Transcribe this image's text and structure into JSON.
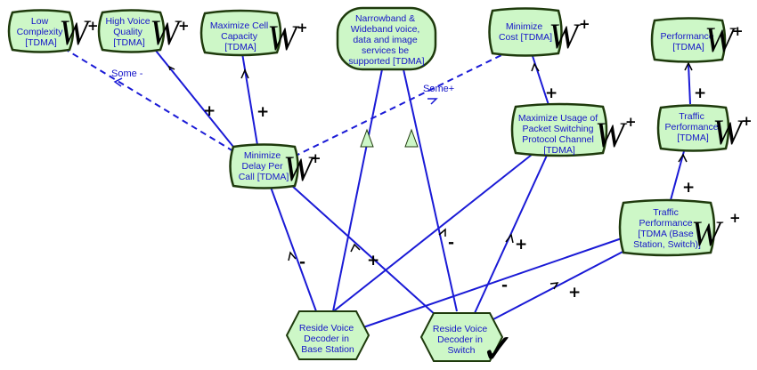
{
  "softgoals": {
    "low_complexity": [
      "Low",
      "Complexity",
      "[TDMA]"
    ],
    "high_voice_quality": [
      "High Voice",
      "Quality",
      "[TDMA]"
    ],
    "maximize_cell_capacity": [
      "Maximize Cell",
      "Capacity",
      "[TDMA]"
    ],
    "narrowband_services": [
      "Narrowband &",
      "Wideband voice,",
      "data and image",
      "services be",
      "supported [TDMA]"
    ],
    "minimize_cost": [
      "Minimize",
      "Cost [TDMA]"
    ],
    "performance": [
      "Performance",
      "[TDMA]"
    ],
    "minimize_delay": [
      "Minimize",
      "Delay Per",
      "Call [TDMA]"
    ],
    "maximize_usage": [
      "Maximize Usage of",
      "Packet Switching",
      "Protocol Channel",
      "[TDMA]"
    ],
    "traffic_performance": [
      "Traffic",
      "Performance",
      "[TDMA]"
    ],
    "traffic_performance_bs": [
      "Traffic",
      "Performance",
      "[TDMA (Base",
      "Station, Switch)]"
    ]
  },
  "operationalizations": {
    "reside_base_station": [
      "Reside Voice",
      "Decoder in",
      "Base Station"
    ],
    "reside_switch": [
      "Reside Voice",
      "Decoder in",
      "Switch"
    ]
  },
  "link_labels": {
    "some_minus": "Some -",
    "some_plus": "Some+"
  },
  "contributions": {
    "plus": "+",
    "minus": "-"
  },
  "weak_satisficed_mark": "W",
  "weak_plus": "+",
  "check_mark": "✓",
  "colors": {
    "node_fill": "#cdf7c7",
    "node_stroke": "#1e3a0c",
    "link": "#1a1ad6"
  }
}
